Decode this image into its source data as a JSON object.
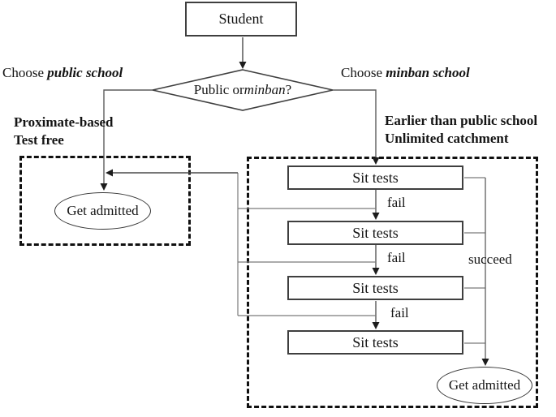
{
  "diagram_title": "Student school choice flowchart (public vs minban)",
  "nodes": {
    "student": "Student",
    "decision": {
      "prefix": "Public or ",
      "italic": "minban",
      "suffix": "?"
    },
    "left_branch": {
      "prefix": "Choose ",
      "emph": "public school"
    },
    "right_branch": {
      "prefix": "Choose ",
      "emph": "minban school"
    },
    "left_notes": [
      "Proximate-based",
      "Test free"
    ],
    "right_notes": [
      "Earlier than public school",
      "Unlimited catchment"
    ],
    "sit_tests": [
      "Sit tests",
      "Sit tests",
      "Sit tests",
      "Sit tests"
    ],
    "fail_labels": [
      "fail",
      "fail",
      "fail"
    ],
    "succeed_label": "succeed",
    "admitted_left": "Get admitted",
    "admitted_right": "Get admitted"
  },
  "colors": {
    "background": "#ffffff",
    "text": "#141414",
    "node_border": "#3f3f3f",
    "dashed_border": "#101010",
    "wire": "#6f6f6f",
    "arrow": "#1c1c1c"
  }
}
